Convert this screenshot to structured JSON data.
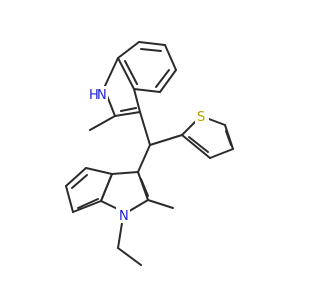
{
  "atoms": {
    "nh_label": "H",
    "nh_n_label": "N",
    "n_ethyl_label": "N",
    "s_label": "S"
  },
  "colors": {
    "bond": "#2b2b2b",
    "nitrogen": "#1f1fd6",
    "sulfur": "#b8a400",
    "background": "#ffffff"
  }
}
